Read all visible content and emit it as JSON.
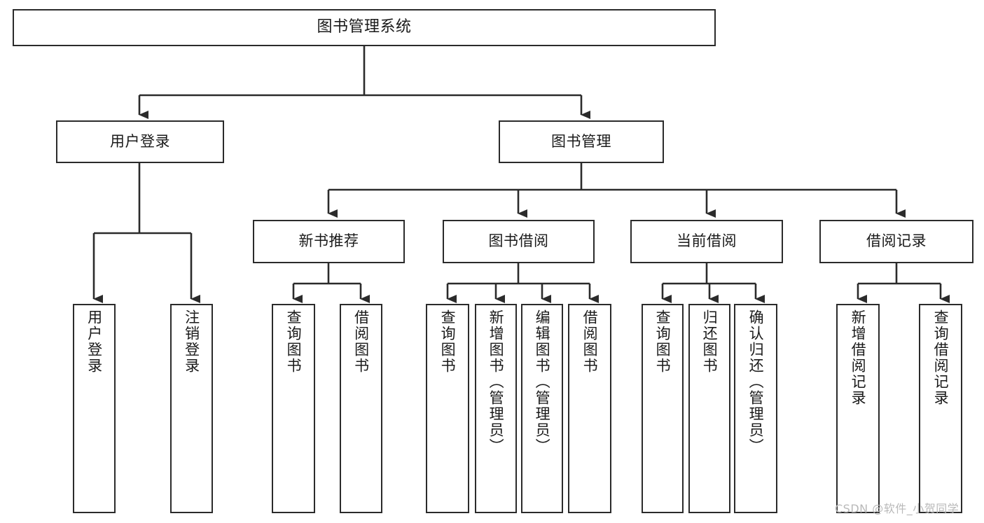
{
  "diagram": {
    "title": "图书管理系统",
    "type": "tree",
    "orientation": "top-down",
    "colors": {
      "box_border": "#2b2b2b",
      "box_fill": "#ffffff",
      "connector": "#2b2b2b",
      "text": "#1a1a1a",
      "watermark": "#b9b9b9",
      "background": "#ffffff"
    }
  },
  "nodes": {
    "root": {
      "label": "图书管理系统"
    },
    "level2": [
      {
        "id": "user-login",
        "label": "用户登录"
      },
      {
        "id": "book-manage",
        "label": "图书管理"
      }
    ],
    "level3": [
      {
        "id": "new-book-recommend",
        "label": "新书推荐"
      },
      {
        "id": "book-borrow",
        "label": "图书借阅"
      },
      {
        "id": "current-borrow",
        "label": "当前借阅"
      },
      {
        "id": "borrow-record",
        "label": "借阅记录"
      }
    ],
    "leaves": {
      "user-login": [
        {
          "id": "leaf-user-login",
          "label": "用户登录"
        },
        {
          "id": "leaf-logout",
          "label": "注销登录"
        }
      ],
      "new-book-recommend": [
        {
          "id": "leaf-query-book-1",
          "label": "查询图书"
        },
        {
          "id": "leaf-borrow-book-1",
          "label": "借阅图书"
        }
      ],
      "book-borrow": [
        {
          "id": "leaf-query-book-2",
          "label": "查询图书"
        },
        {
          "id": "leaf-add-book",
          "label": "新增图书（管理员）"
        },
        {
          "id": "leaf-edit-book",
          "label": "编辑图书（管理员）"
        },
        {
          "id": "leaf-borrow-book-2",
          "label": "借阅图书"
        }
      ],
      "current-borrow": [
        {
          "id": "leaf-query-book-3",
          "label": "查询图书"
        },
        {
          "id": "leaf-return-book",
          "label": "归还图书"
        },
        {
          "id": "leaf-confirm-return",
          "label": "确认归还（管理员）"
        }
      ],
      "borrow-record": [
        {
          "id": "leaf-add-record",
          "label": "新增借阅记录"
        },
        {
          "id": "leaf-query-record",
          "label": "查询借阅记录"
        }
      ]
    }
  },
  "watermark": {
    "text": "CSDN @软件_小贺同学"
  }
}
